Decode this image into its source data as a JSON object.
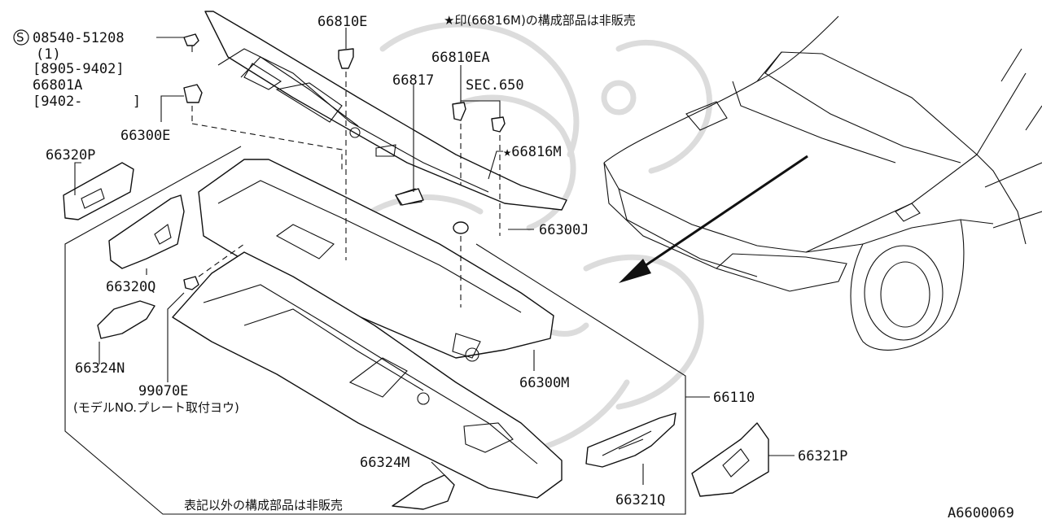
{
  "diagram": {
    "note_top": "★印(66816M)の構成部品は非販売",
    "note_bottom": "表記以外の構成部品は非販売",
    "figure_code": "A6600069",
    "bolt": {
      "symbol": "S",
      "part_no": "08540-51208",
      "qty": "(1)",
      "range_1": "[8905-9402]",
      "alt_part": "66801A",
      "range_2": "[9402-      ]"
    },
    "parts": {
      "p66810E": "66810E",
      "p66810EA": "66810EA",
      "p66817": "66817",
      "sec650": "SEC.650",
      "p66816M": "★66816M",
      "p66300E": "66300E",
      "p66320P": "66320P",
      "p66320Q": "66320Q",
      "p66324N": "66324N",
      "p99070E": "99070E",
      "p99070E_desc": "(モデルNO.プレート取付ヨウ)",
      "p66300J": "66300J",
      "p66300M": "66300M",
      "p66110": "66110",
      "p66321P": "66321P",
      "p66321Q": "66321Q",
      "p66324M": "66324M"
    }
  }
}
